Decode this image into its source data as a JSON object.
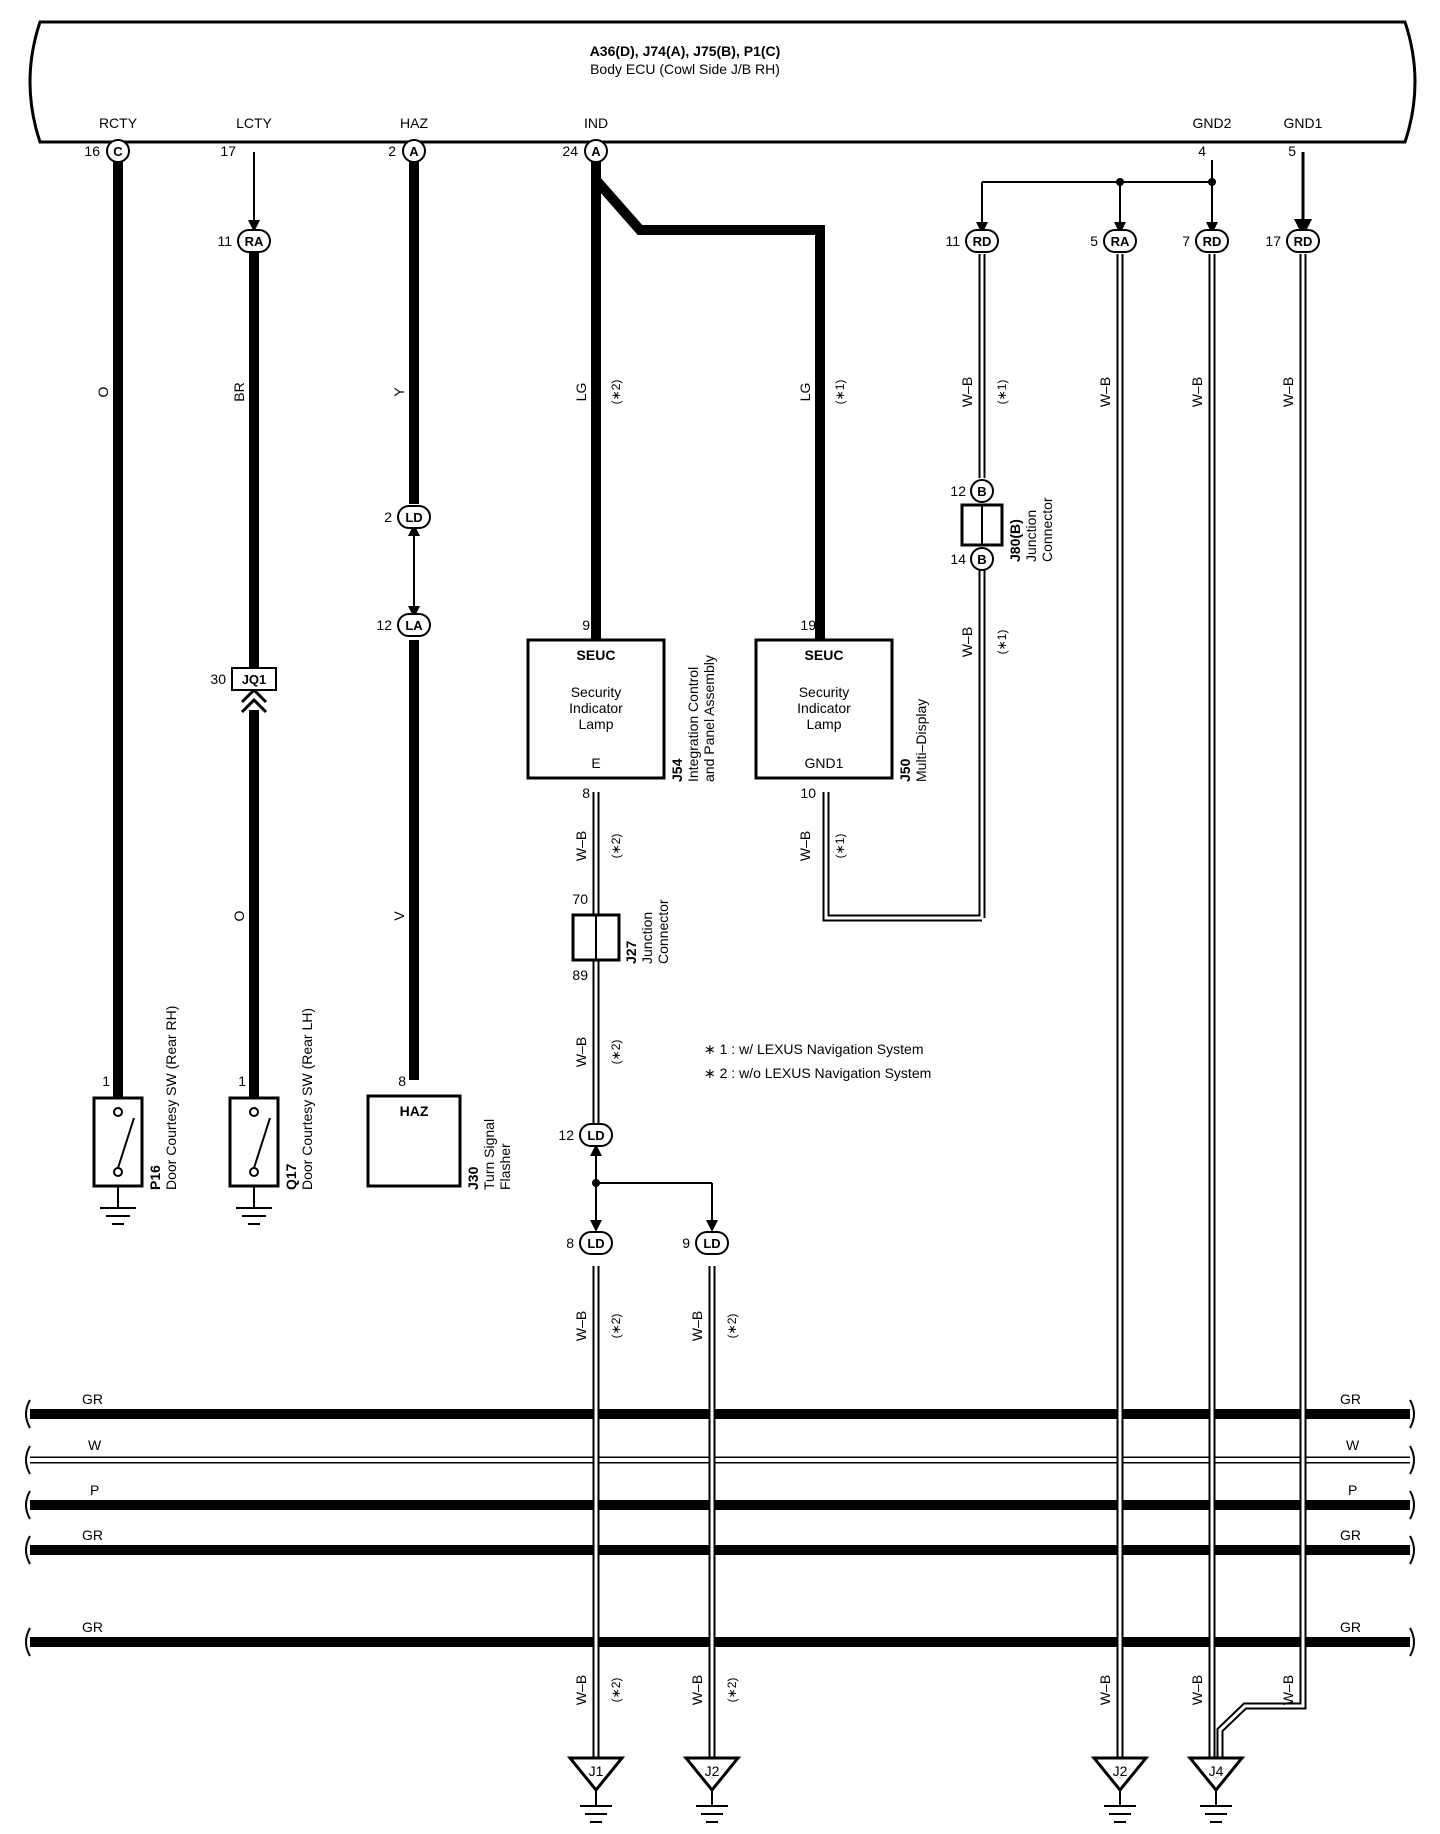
{
  "ecu": {
    "title": "A36(D), J74(A), J75(B), P1(C)",
    "subtitle": "Body ECU (Cowl Side J/B RH)",
    "terminals": [
      "RCTY",
      "LCTY",
      "HAZ",
      "IND",
      "GND2",
      "GND1"
    ]
  },
  "pins": {
    "rcty": "16",
    "lcty": "17",
    "haz": "2",
    "ind": "24",
    "gnd2": "4",
    "gnd1": "5",
    "ra11": "11",
    "rd11": "11",
    "ra5": "5",
    "rd7": "7",
    "rd17": "17",
    "ld2": "2",
    "la12": "12",
    "jq30": "30",
    "p16": "1",
    "q17": "1",
    "j30": "8",
    "j54in": "9",
    "j54out": "8",
    "j50in": "19",
    "j50out": "10",
    "j80a": "12",
    "j80b": "14",
    "j27a": "70",
    "j27b": "89",
    "ld12": "12",
    "ld8": "8",
    "ld9": "9"
  },
  "connectors": {
    "C": "C",
    "A": "A",
    "RA": "RA",
    "RD": "RD",
    "LD": "LD",
    "LA": "LA",
    "B": "B",
    "JQ1": "JQ1",
    "J1": "J1",
    "J2": "J2",
    "J4": "J4"
  },
  "wires": {
    "O": "O",
    "BR": "BR",
    "Y": "Y",
    "V": "V",
    "LG": "LG",
    "WB": "W–B",
    "GR": "GR",
    "W": "W",
    "P": "P",
    "n1": "(∗1)",
    "n2": "(∗2)"
  },
  "components": {
    "p16_code": "P16",
    "p16_name": "Door Courtesy SW (Rear RH)",
    "q17_code": "Q17",
    "q17_name": "Door Courtesy SW (Rear LH)",
    "j30_code": "J30",
    "j30_name1": "Turn Signal",
    "j30_name2": "Flasher",
    "j30_term": "HAZ",
    "j54_code": "J54",
    "j54_name1": "Integration Control",
    "j54_name2": "and Panel Assembly",
    "j54_t1": "SEUC",
    "j54_l1": "Security",
    "j54_l2": "Indicator",
    "j54_l3": "Lamp",
    "j54_t2": "E",
    "j50_code": "J50",
    "j50_name": "Multi–Display",
    "j50_t1": "SEUC",
    "j50_l1": "Security",
    "j50_l2": "Indicator",
    "j50_l3": "Lamp",
    "j50_t2": "GND1",
    "j80_code": "J80(B)",
    "j80_name1": "Junction",
    "j80_name2": "Connector",
    "j27_code": "J27",
    "j27_name1": "Junction",
    "j27_name2": "Connector"
  },
  "notes": {
    "n1": "∗ 1 : w/ LEXUS Navigation System",
    "n2": "∗ 2 : w/o LEXUS Navigation System"
  }
}
